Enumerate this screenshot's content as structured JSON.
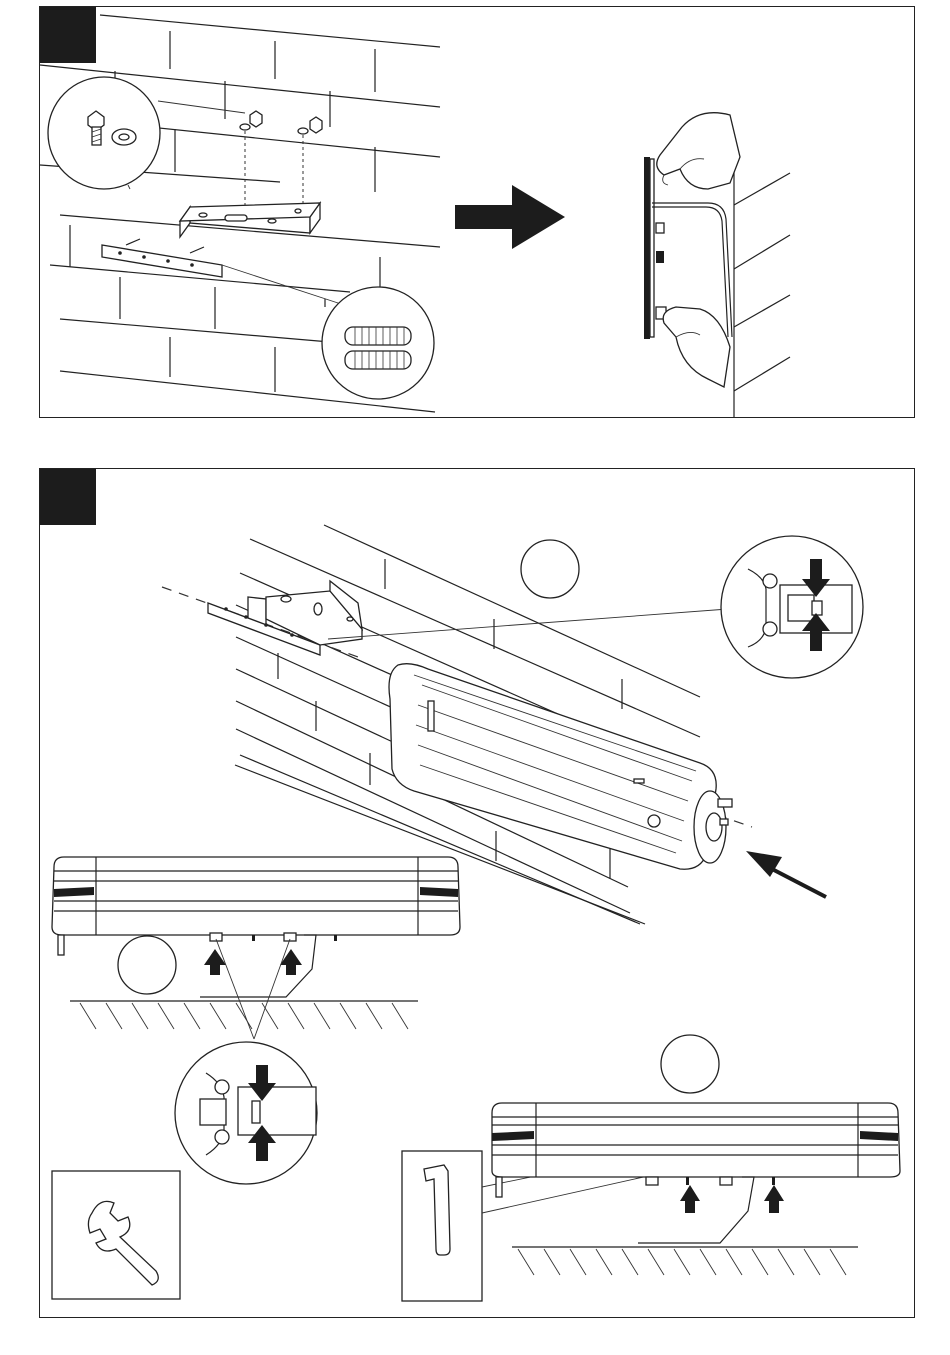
{
  "panels": [
    {
      "id": "step-1-panel",
      "steps_mark": "black-square",
      "illustration": "wall-bracket-mounting"
    },
    {
      "id": "step-2-panel",
      "steps_mark": "black-square",
      "illustration": "heater-attachment"
    }
  ],
  "icons": {
    "direction_arrow": "right-arrow-icon",
    "insert_arrow": "diagonal-arrow-icon",
    "push_arrow": "up-arrow-icon",
    "tool_1": "spanner-icon",
    "tool_2": "hex-key-icon"
  },
  "colors": {
    "line": "#222222",
    "fill_dark": "#1c1c1c",
    "background": "#ffffff"
  }
}
